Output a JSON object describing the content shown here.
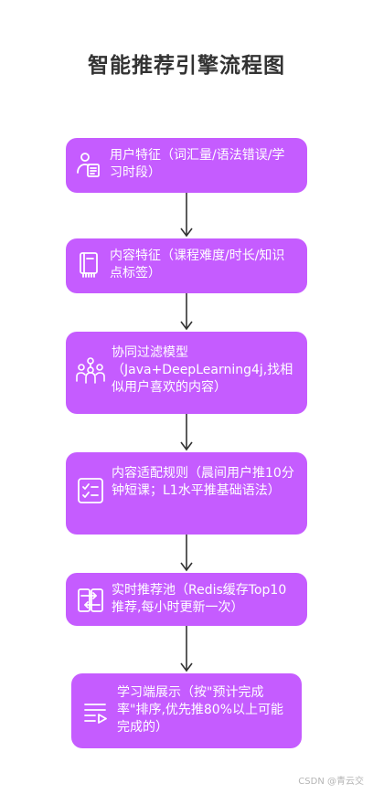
{
  "title": "智能推荐引擎流程图",
  "nodes": [
    {
      "label": "用户特征（词汇量/语法错误/学习时段）",
      "icon": "user-profile-icon"
    },
    {
      "label": "内容特征（课程难度/时长/知识点标签）",
      "icon": "notebook-icon"
    },
    {
      "label": "协同过滤模型（Java+DeepLearning4j,找相似用户喜欢的内容）",
      "icon": "network-users-icon"
    },
    {
      "label": "内容适配规则（晨间用户推10分钟短课；L1水平推基础语法）",
      "icon": "checklist-icon"
    },
    {
      "label": "实时推荐池（Redis缓存Top10推荐,每小时更新一次）",
      "icon": "swap-panels-icon"
    },
    {
      "label": "学习端展示（按\"预计完成率\"排序,优先推80%以上可能完成的）",
      "icon": "list-play-icon"
    }
  ],
  "colors": {
    "node_fill": "#c55cff",
    "text": "#ffffff",
    "arrow": "#333333",
    "title": "#333333"
  },
  "watermark": "CSDN @青云交"
}
